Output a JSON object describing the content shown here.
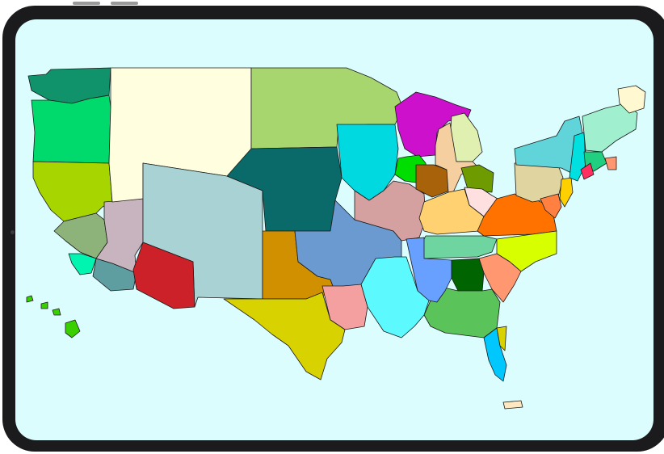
{
  "map": {
    "colors": {
      "background": "#dcfdfe",
      "bezel": "#1b1b1d",
      "outline": "#1a1a1a"
    },
    "regions": [
      {
        "name": "washington",
        "color": "#10936a"
      },
      {
        "name": "oregon",
        "color": "#00d96b"
      },
      {
        "name": "california",
        "color": "#a7d500"
      },
      {
        "name": "nevada",
        "color": "#8db37a"
      },
      {
        "name": "idaho-montana-wyoming",
        "color": "#ffffe0"
      },
      {
        "name": "utah",
        "color": "#c8b4be"
      },
      {
        "name": "colorado-new-mexico",
        "color": "#a8d2d4"
      },
      {
        "name": "arizona",
        "color": "#cc2128"
      },
      {
        "name": "southern-california",
        "color": "#00f5b0"
      },
      {
        "name": "los-angeles-area",
        "color": "#5f9ea0"
      },
      {
        "name": "north-dakota-minnesota",
        "color": "#a7d56e"
      },
      {
        "name": "nebraska-kansas",
        "color": "#0a6a6a"
      },
      {
        "name": "iowa",
        "color": "#00d9e0"
      },
      {
        "name": "wisconsin-upper-michigan",
        "color": "#cc10cc"
      },
      {
        "name": "illinois",
        "color": "#00dd00"
      },
      {
        "name": "indiana",
        "color": "#a8620a"
      },
      {
        "name": "michigan",
        "color": "#e0f0b0"
      },
      {
        "name": "lower-michigan-west",
        "color": "#f5cfa0"
      },
      {
        "name": "ohio",
        "color": "#6e9c00"
      },
      {
        "name": "missouri",
        "color": "#d4a0a0"
      },
      {
        "name": "kentucky",
        "color": "#ffd170"
      },
      {
        "name": "west-virginia",
        "color": "#ffe0e0"
      },
      {
        "name": "virginia",
        "color": "#ff7200"
      },
      {
        "name": "oklahoma-arkansas",
        "color": "#6a9ad0"
      },
      {
        "name": "texas-panhandle",
        "color": "#d09000"
      },
      {
        "name": "texas",
        "color": "#d8d200"
      },
      {
        "name": "louisiana",
        "color": "#f5a0a0"
      },
      {
        "name": "mississippi",
        "color": "#5cfaff"
      },
      {
        "name": "alabama",
        "color": "#68a0ff"
      },
      {
        "name": "tennessee",
        "color": "#6ed4a0"
      },
      {
        "name": "georgia",
        "color": "#5ac45a"
      },
      {
        "name": "north-georgia",
        "color": "#006400"
      },
      {
        "name": "south-carolina",
        "color": "#ff9870"
      },
      {
        "name": "north-carolina",
        "color": "#d8ff00"
      },
      {
        "name": "florida",
        "color": "#00c8ff"
      },
      {
        "name": "pennsylvania",
        "color": "#e0d4a0"
      },
      {
        "name": "new-york",
        "color": "#60d4d8"
      },
      {
        "name": "new-england",
        "color": "#a0f0d0"
      },
      {
        "name": "maine",
        "color": "#fff8d0"
      },
      {
        "name": "connecticut",
        "color": "#20d080"
      },
      {
        "name": "new-jersey",
        "color": "#ffd000"
      },
      {
        "name": "maryland-delaware",
        "color": "#ff8040"
      },
      {
        "name": "hudson-valley",
        "color": "#00e0e0"
      },
      {
        "name": "hawaii",
        "color": "#3ad000"
      },
      {
        "name": "puerto-rico",
        "color": "#ffe8c0"
      }
    ]
  }
}
